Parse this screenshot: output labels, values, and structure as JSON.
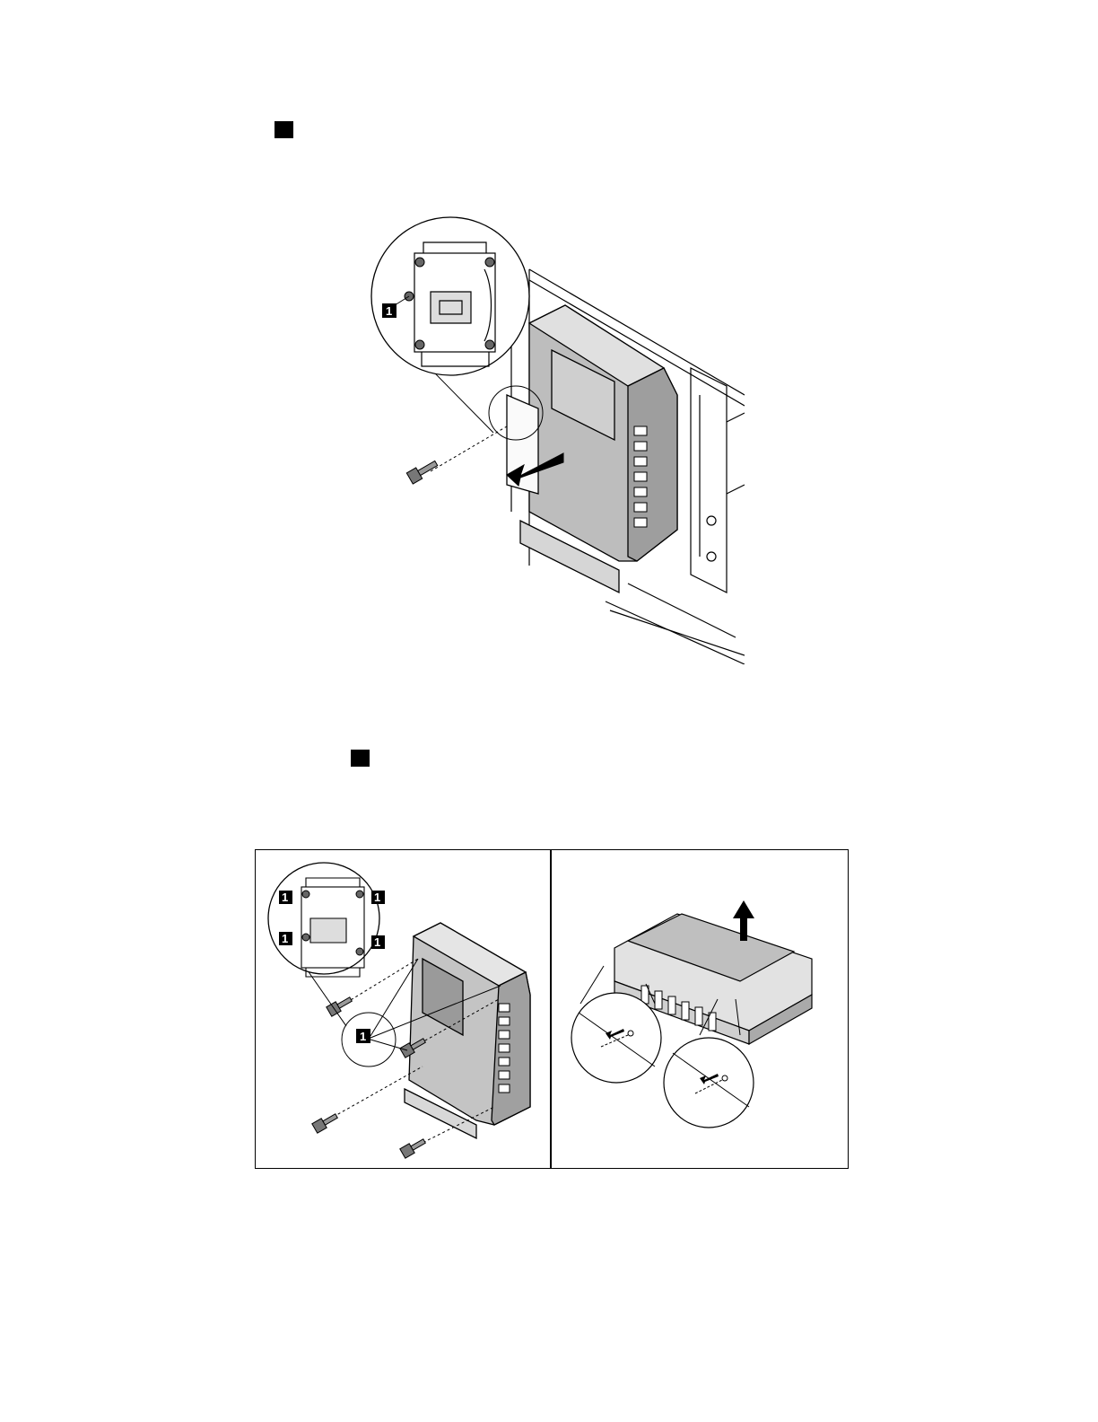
{
  "figure1": {
    "callouts": [
      "1"
    ]
  },
  "figure2": {
    "callouts": [
      "1",
      "1",
      "1",
      "1",
      "1"
    ]
  }
}
